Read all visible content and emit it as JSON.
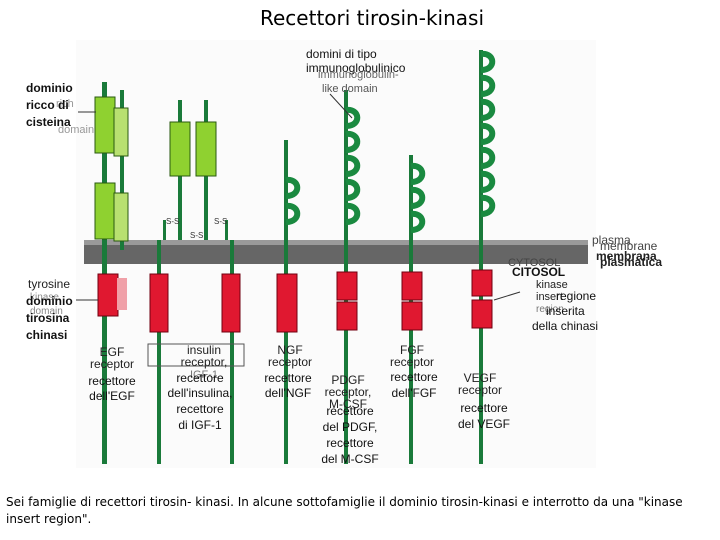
{
  "title": "Recettori tirosin-kinasi",
  "caption": "Sei famiglie di  recettori tirosin- kinasi. In alcune sottofamiglie il dominio tirosin-kinasi e interrotto da una \"kinase insert region\".",
  "colors": {
    "membrane": "#666666",
    "extracellular": "#8fd130",
    "kinase": "#e01830",
    "stalk": "#1a7a3a",
    "background": "#ffffff"
  },
  "left_labels": {
    "cysteine_domain": [
      "dominio",
      "ricco di",
      "cisteina"
    ],
    "cysteine_domain_en": [
      "rich",
      "domain"
    ],
    "tyrosine_kinase": [
      "tyrosine",
      "kinase"
    ],
    "kinase_domain": [
      "dominio",
      "tirosina",
      "chinasi"
    ],
    "kinase_domain_en": "domain"
  },
  "top_labels": {
    "ig_domains": [
      "domini di tipo",
      "immunoglobulinico"
    ],
    "ig_domains_en": [
      "immunoglobulin-",
      "like domain"
    ]
  },
  "right_labels": {
    "plasma_membrane_en": [
      "plasma",
      "membrane"
    ],
    "plasma_membrane": [
      "membrana",
      "plasmatica"
    ],
    "cytosol_en": "CYTOSOL",
    "cytosol": "CITOSOL",
    "kinase_insert_en": [
      "kinase",
      "insert",
      "region"
    ],
    "kinase_insert": [
      "regione",
      "inserita",
      "della chinasi"
    ]
  },
  "disulfide_label": "S-S",
  "receptors": [
    {
      "name_en": [
        "EGF",
        "receptor"
      ],
      "name_it": [
        "recettore",
        "dell'EGF"
      ]
    },
    {
      "name_en": [
        "insulin",
        "receptor,",
        "IGF-1"
      ],
      "name_it": [
        "recettore",
        "dell'insulina,",
        "recettore",
        "di IGF-1"
      ]
    },
    {
      "name_en": [
        "NGF",
        "receptor"
      ],
      "name_it": [
        "recettore",
        "dell'NGF"
      ]
    },
    {
      "name_en": [
        "PDGF",
        "receptor,",
        "M-CSF"
      ],
      "name_it": [
        "recettore",
        "del PDGF,",
        "recettore",
        "del M-CSF"
      ]
    },
    {
      "name_en": [
        "FGF",
        "receptor"
      ],
      "name_it": [
        "recettore",
        "dell'FGF"
      ]
    },
    {
      "name_en": [
        "VEGF",
        "receptor"
      ],
      "name_it": [
        "recettore",
        "del VEGF"
      ]
    }
  ]
}
